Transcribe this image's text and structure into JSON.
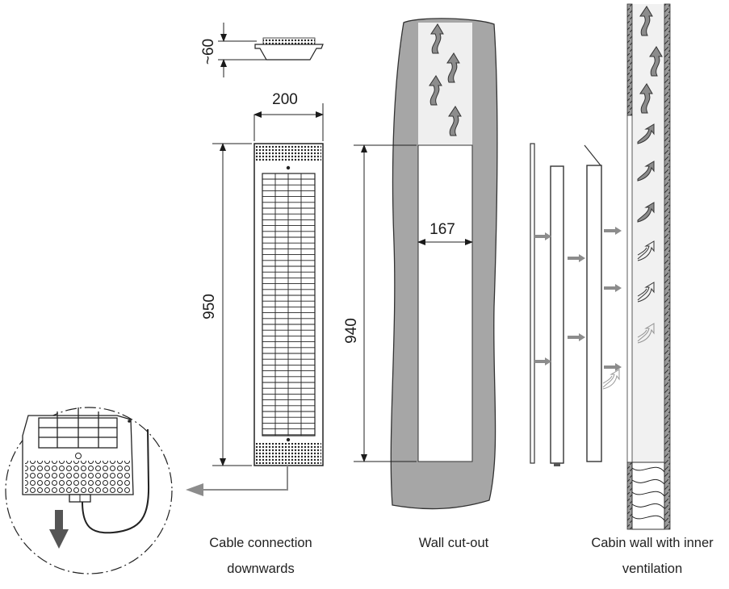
{
  "dimensions": {
    "depth": "~60",
    "heater_width": "200",
    "heater_height": "950",
    "cutout_height": "940",
    "cutout_width": "167"
  },
  "captions": {
    "cable": [
      "Cable connection",
      "downwards"
    ],
    "cutout": [
      "Wall cut-out"
    ],
    "cabin": [
      "Cabin wall with inner",
      "ventilation"
    ]
  },
  "colors": {
    "wall": "#a6a6a6",
    "arrow": "#8c8c8c",
    "line": "#1a1a1a"
  }
}
